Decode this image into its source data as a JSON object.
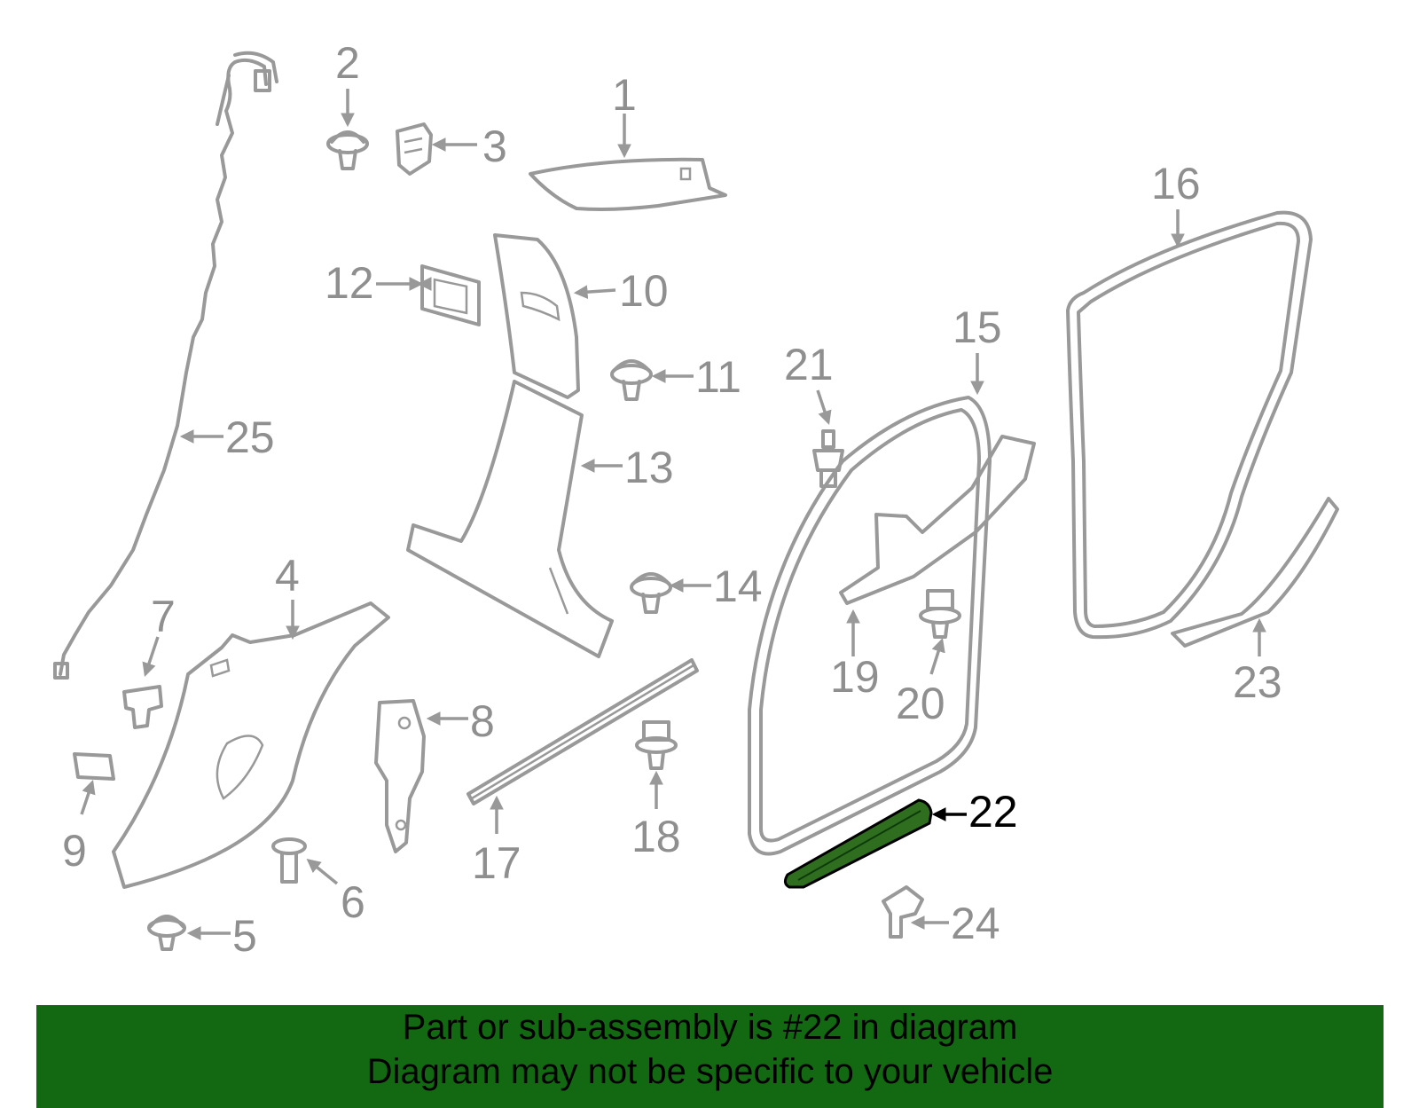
{
  "diagram": {
    "callouts": [
      "1",
      "2",
      "3",
      "4",
      "5",
      "6",
      "7",
      "8",
      "9",
      "10",
      "11",
      "12",
      "13",
      "14",
      "15",
      "16",
      "17",
      "18",
      "19",
      "20",
      "21",
      "22",
      "23",
      "24",
      "25"
    ],
    "highlighted": "22",
    "colors": {
      "part_outline": "#999999",
      "label": "#8f8f8f",
      "highlight_fill": "#2f6e1f",
      "highlight_text": "#000000"
    }
  },
  "banner": {
    "line1": "Part or sub-assembly is #22 in diagram",
    "line2": "Diagram may not be specific to your vehicle",
    "background": "#136812"
  }
}
